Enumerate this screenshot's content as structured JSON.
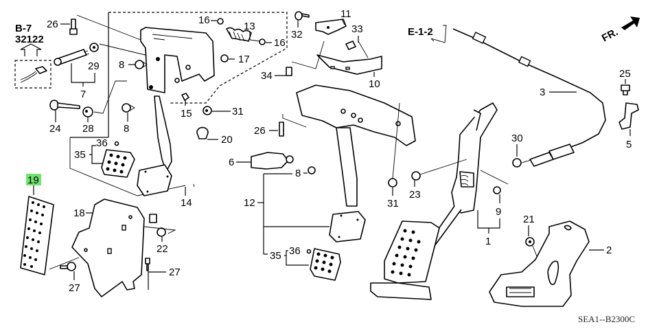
{
  "diagram": {
    "title_code": "SEA1--B2300C",
    "reference_marks": {
      "b7_ref": "B-7",
      "b7_part": "32122",
      "e12_ref": "E-1-2",
      "front_arrow": "FR."
    },
    "highlighted_part": "19",
    "highlight_color": "#6fe36f",
    "callouts": {
      "c1": "1",
      "c2": "2",
      "c3": "3",
      "c5": "5",
      "c6": "6",
      "c7": "7",
      "c8a": "8",
      "c8b": "8",
      "c8c": "8",
      "c9": "9",
      "c10": "10",
      "c11": "11",
      "c12": "12",
      "c13": "13",
      "c14": "14",
      "c15": "15",
      "c16a": "16",
      "c16b": "16",
      "c17": "17",
      "c18": "18",
      "c19": "19",
      "c20": "20",
      "c21": "21",
      "c22": "22",
      "c23": "23",
      "c24": "24",
      "c25": "25",
      "c26a": "26",
      "c26b": "26",
      "c27a": "27",
      "c27b": "27",
      "c28": "28",
      "c29": "29",
      "c30": "30",
      "c31a": "31",
      "c31b": "31",
      "c32": "32",
      "c33": "33",
      "c34": "34",
      "c35a": "35",
      "c35b": "35",
      "c36a": "36",
      "c36b": "36"
    }
  }
}
